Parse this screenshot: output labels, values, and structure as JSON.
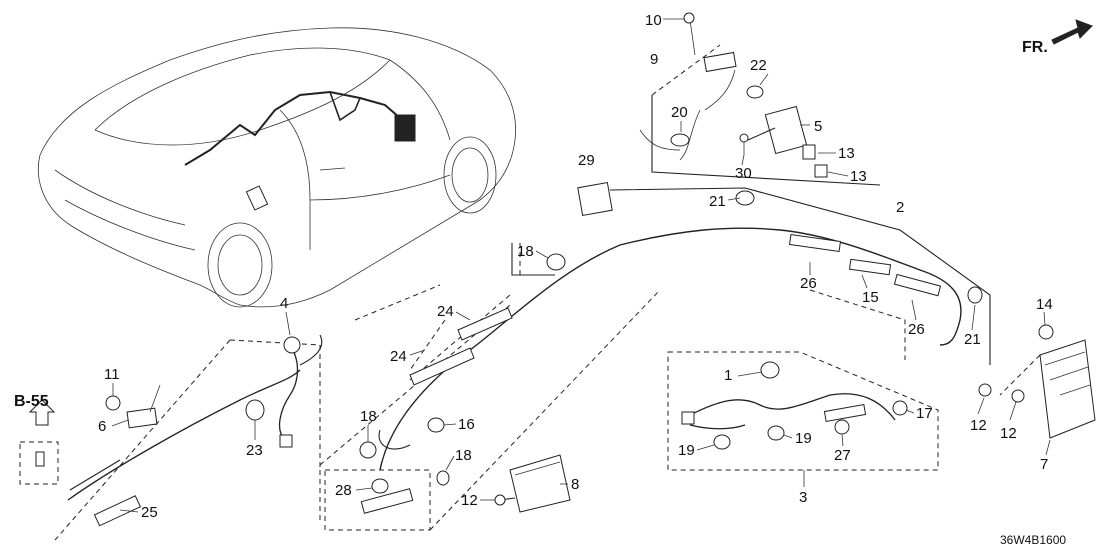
{
  "diagram": {
    "callouts": [
      {
        "id": "c10",
        "text": "10"
      },
      {
        "id": "c9",
        "text": "9"
      },
      {
        "id": "c22",
        "text": "22"
      },
      {
        "id": "c20",
        "text": "20"
      },
      {
        "id": "c5",
        "text": "5"
      },
      {
        "id": "c13a",
        "text": "13"
      },
      {
        "id": "c13b",
        "text": "13"
      },
      {
        "id": "c30",
        "text": "30"
      },
      {
        "id": "c29",
        "text": "29"
      },
      {
        "id": "c21a",
        "text": "21"
      },
      {
        "id": "c2",
        "text": "2"
      },
      {
        "id": "c18a",
        "text": "18"
      },
      {
        "id": "c26a",
        "text": "26"
      },
      {
        "id": "c15",
        "text": "15"
      },
      {
        "id": "c26b",
        "text": "26"
      },
      {
        "id": "c21b",
        "text": "21"
      },
      {
        "id": "c14",
        "text": "14"
      },
      {
        "id": "c4",
        "text": "4"
      },
      {
        "id": "c24a",
        "text": "24"
      },
      {
        "id": "c24b",
        "text": "24"
      },
      {
        "id": "c11",
        "text": "11"
      },
      {
        "id": "c6",
        "text": "6"
      },
      {
        "id": "c23",
        "text": "23"
      },
      {
        "id": "c25",
        "text": "25"
      },
      {
        "id": "c18b",
        "text": "18"
      },
      {
        "id": "c16",
        "text": "16"
      },
      {
        "id": "c18c",
        "text": "18"
      },
      {
        "id": "c28",
        "text": "28"
      },
      {
        "id": "c12a",
        "text": "12"
      },
      {
        "id": "c8",
        "text": "8"
      },
      {
        "id": "c1",
        "text": "1"
      },
      {
        "id": "c17",
        "text": "17"
      },
      {
        "id": "c19a",
        "text": "19"
      },
      {
        "id": "c19b",
        "text": "19"
      },
      {
        "id": "c27",
        "text": "27"
      },
      {
        "id": "c3",
        "text": "3"
      },
      {
        "id": "c12b",
        "text": "12"
      },
      {
        "id": "c12c",
        "text": "12"
      },
      {
        "id": "c7",
        "text": "7"
      }
    ],
    "direction_label": "FR.",
    "reference_label": "B-55",
    "diagram_code": "36W4B1600"
  }
}
